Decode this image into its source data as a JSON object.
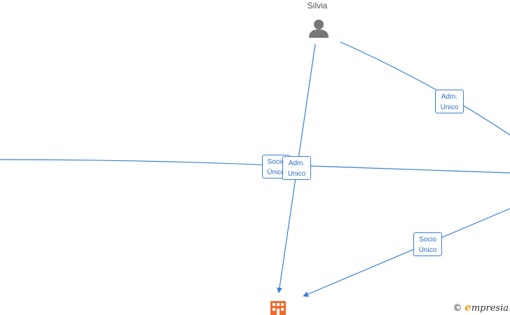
{
  "nodes": {
    "person": {
      "label": "Silvia",
      "icon": "person-icon"
    },
    "company": {
      "label": "",
      "icon": "building-icon"
    }
  },
  "edge_labels": {
    "left_socio": {
      "line1": "Socio",
      "line2": "Único"
    },
    "center_adm": {
      "line1": "Adm.",
      "line2": "Unico"
    },
    "top_right_adm": {
      "line1": "Adm.",
      "line2": "Unico"
    },
    "bottom_right_socio": {
      "line1": "Socio",
      "line2": "Único"
    }
  },
  "watermark": {
    "copyright": "©",
    "brand_initial": "e",
    "brand_rest": "mpresia"
  },
  "colors": {
    "edge": "#3a7fd6",
    "person_icon": "#777777",
    "company_icon": "#f26a2e",
    "brand": "#f0a020"
  }
}
